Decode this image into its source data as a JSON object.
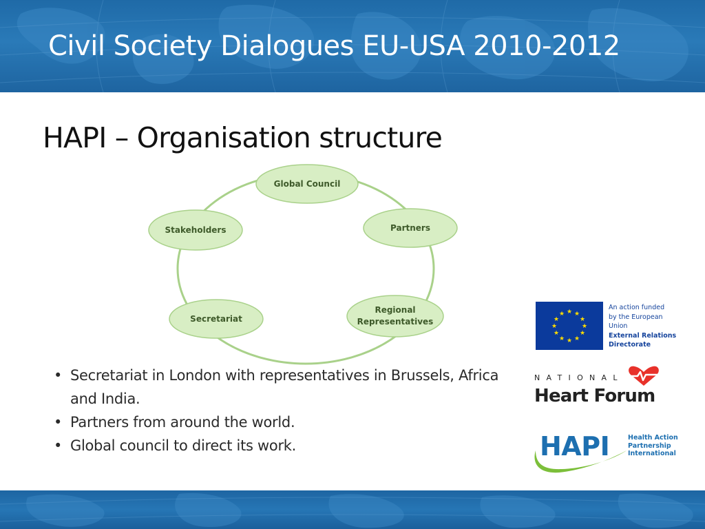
{
  "slide": {
    "title": "Civil Society Dialogues EU-USA 2010-2012",
    "subtitle": "HAPI – Organisation structure"
  },
  "diagram": {
    "nodes": {
      "global_council": "Global Council",
      "partners": "Partners",
      "regional_line1": "Regional",
      "regional_line2": "Representatives",
      "secretariat": "Secretariat",
      "stakeholders": "Stakeholders"
    },
    "colors": {
      "node_fill": "#d8eec4",
      "node_stroke": "#a9d18a",
      "ring": "#a9d18a",
      "text": "#3e5a2a"
    }
  },
  "bullets": [
    "Secretariat in London with representatives in Brussels, Africa and India.",
    "Partners from around the world.",
    "Global council to direct its work."
  ],
  "logos": {
    "eu": {
      "line1": "An action funded",
      "line2": "by the European",
      "line3": "Union",
      "line4": "External Relations",
      "line5": "Directorate"
    },
    "nhf": {
      "national": "NATIONAL",
      "name": "Heart Forum"
    },
    "hapi": {
      "acronym": "HAPI",
      "line1": "Health Action",
      "line2": "Partnership",
      "line3": "International"
    }
  },
  "colors": {
    "banner": "#2574b2",
    "title_text": "#ffffff",
    "eu_blue": "#0b3a9c",
    "eu_star": "#ffdd00",
    "nhf_red": "#e8312a",
    "hapi_blue": "#1d6fb0",
    "hapi_green": "#7cbf3a"
  }
}
